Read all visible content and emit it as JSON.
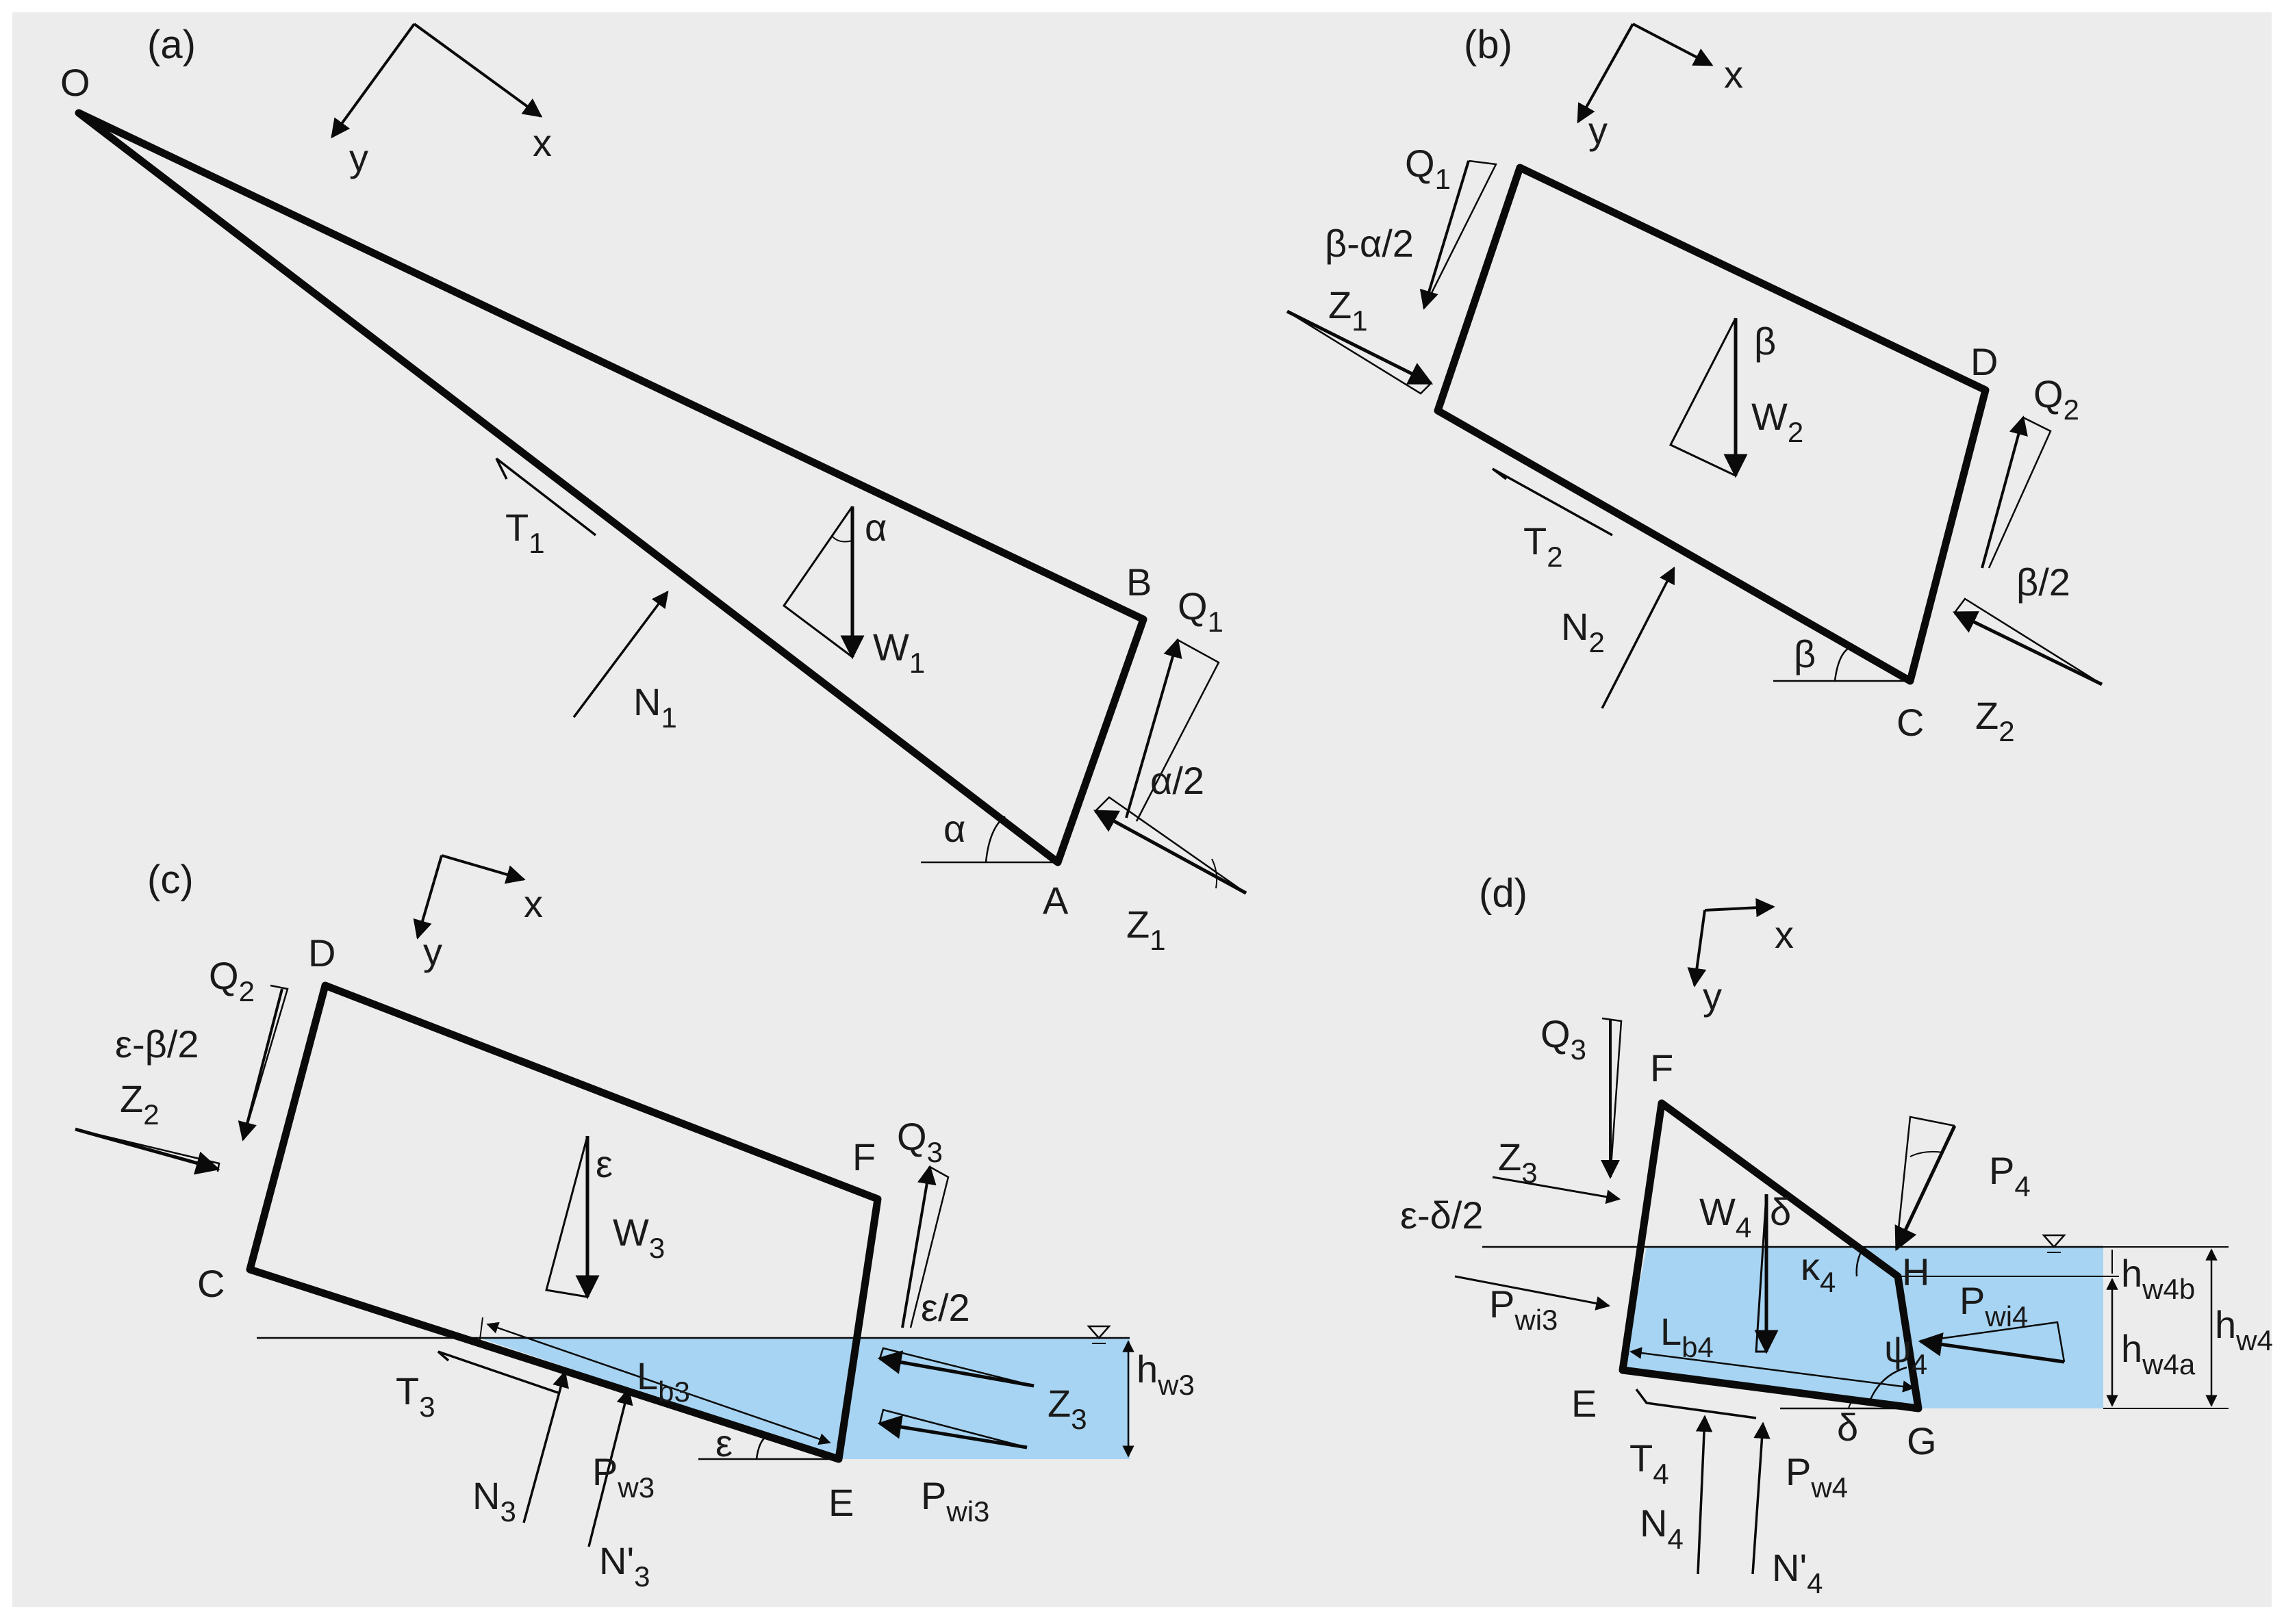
{
  "colors": {
    "background": "#ececec",
    "frame": "#ffffff",
    "outline": "#0a0a0a",
    "water": "#a7d4f2",
    "text": "#1a1a1a"
  },
  "panels": [
    {
      "id": "a",
      "label": "(a)",
      "axes": {
        "x": "x",
        "y": "y"
      },
      "points": [
        "O",
        "A",
        "B"
      ],
      "labels": [
        {
          "key": "T1",
          "main": "T",
          "sub": "1"
        },
        {
          "key": "N1",
          "main": "N",
          "sub": "1"
        },
        {
          "key": "W1",
          "main": "W",
          "sub": "1"
        },
        {
          "key": "Q1",
          "main": "Q",
          "sub": "1"
        },
        {
          "key": "Z1",
          "main": "Z",
          "sub": "1"
        },
        {
          "key": "alpha_w",
          "main": "α",
          "sub": ""
        },
        {
          "key": "alpha_half",
          "main": "α/2",
          "sub": ""
        },
        {
          "key": "alpha_base",
          "main": "α",
          "sub": ""
        }
      ]
    },
    {
      "id": "b",
      "label": "(b)",
      "axes": {
        "x": "x",
        "y": "y"
      },
      "points": [
        "C",
        "D"
      ],
      "labels": [
        {
          "key": "Q1",
          "main": "Q",
          "sub": "1"
        },
        {
          "key": "beta_alpha",
          "main": "β-α/2",
          "sub": ""
        },
        {
          "key": "Z1",
          "main": "Z",
          "sub": "1"
        },
        {
          "key": "W2",
          "main": "W",
          "sub": "2"
        },
        {
          "key": "beta_w",
          "main": "β",
          "sub": ""
        },
        {
          "key": "Q2",
          "main": "Q",
          "sub": "2"
        },
        {
          "key": "beta_half",
          "main": "β/2",
          "sub": ""
        },
        {
          "key": "Z2",
          "main": "Z",
          "sub": "2"
        },
        {
          "key": "T2",
          "main": "T",
          "sub": "2"
        },
        {
          "key": "N2",
          "main": "N",
          "sub": "2"
        },
        {
          "key": "beta_base",
          "main": "β",
          "sub": ""
        }
      ]
    },
    {
      "id": "c",
      "label": "(c)",
      "axes": {
        "x": "x",
        "y": "y"
      },
      "points": [
        "C",
        "D",
        "E",
        "F"
      ],
      "labels": [
        {
          "key": "Q2",
          "main": "Q",
          "sub": "2"
        },
        {
          "key": "eps_beta",
          "main": "ε-β/2",
          "sub": ""
        },
        {
          "key": "Z2",
          "main": "Z",
          "sub": "2"
        },
        {
          "key": "W3",
          "main": "W",
          "sub": "3"
        },
        {
          "key": "eps_w",
          "main": "ε",
          "sub": ""
        },
        {
          "key": "Q3",
          "main": "Q",
          "sub": "3"
        },
        {
          "key": "eps_half",
          "main": "ε/2",
          "sub": ""
        },
        {
          "key": "Z3",
          "main": "Z",
          "sub": "3"
        },
        {
          "key": "Lb3",
          "main": "L",
          "sub": "b3"
        },
        {
          "key": "hw3",
          "main": "h",
          "sub": "w3"
        },
        {
          "key": "T3",
          "main": "T",
          "sub": "3"
        },
        {
          "key": "N3",
          "main": "N",
          "sub": "3"
        },
        {
          "key": "Pw3",
          "main": "P",
          "sub": "w3"
        },
        {
          "key": "N3p",
          "main": "N'",
          "sub": "3"
        },
        {
          "key": "Pwi3",
          "main": "P",
          "sub": "wi3"
        },
        {
          "key": "eps_base",
          "main": "ε",
          "sub": ""
        }
      ]
    },
    {
      "id": "d",
      "label": "(d)",
      "axes": {
        "x": "x",
        "y": "y"
      },
      "points": [
        "E",
        "F",
        "G",
        "H"
      ],
      "labels": [
        {
          "key": "Q3",
          "main": "Q",
          "sub": "3"
        },
        {
          "key": "Z3",
          "main": "Z",
          "sub": "3"
        },
        {
          "key": "eps_delta",
          "main": "ε-δ/2",
          "sub": ""
        },
        {
          "key": "Pwi3",
          "main": "P",
          "sub": "wi3"
        },
        {
          "key": "W4",
          "main": "W",
          "sub": "4"
        },
        {
          "key": "delta_w",
          "main": "δ",
          "sub": ""
        },
        {
          "key": "kappa4",
          "main": "κ",
          "sub": "4"
        },
        {
          "key": "P4",
          "main": "P",
          "sub": "4"
        },
        {
          "key": "Lb4",
          "main": "L",
          "sub": "b4"
        },
        {
          "key": "psi4",
          "main": "ψ",
          "sub": "4"
        },
        {
          "key": "Pwi4",
          "main": "P",
          "sub": "wi4"
        },
        {
          "key": "hw4b",
          "main": "h",
          "sub": "w4b"
        },
        {
          "key": "hw4a",
          "main": "h",
          "sub": "w4a"
        },
        {
          "key": "hw4",
          "main": "h",
          "sub": "w4"
        },
        {
          "key": "T4",
          "main": "T",
          "sub": "4"
        },
        {
          "key": "N4",
          "main": "N",
          "sub": "4"
        },
        {
          "key": "Pw4",
          "main": "P",
          "sub": "w4"
        },
        {
          "key": "N4p",
          "main": "N'",
          "sub": "4"
        },
        {
          "key": "delta_base",
          "main": "δ",
          "sub": ""
        }
      ]
    }
  ]
}
